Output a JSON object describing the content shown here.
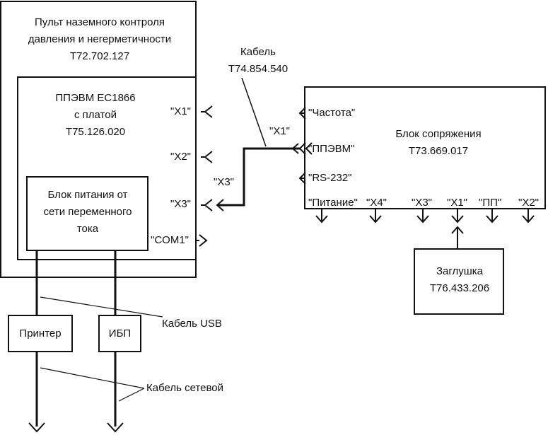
{
  "console": {
    "title": [
      "Пульт наземного контроля",
      "давления и негерметичности",
      "Т72.702.127"
    ]
  },
  "computer": {
    "title": [
      "ППЭВМ ЕС1866",
      "с платой",
      "Т75.126.020"
    ],
    "ports": [
      "\"X1\"",
      "\"X2\"",
      "\"X3\"",
      "\"COM1\""
    ]
  },
  "psu": {
    "title": [
      "Блок питания от",
      "сети переменного",
      "тока"
    ]
  },
  "cable_main": {
    "label": [
      "Кабель",
      "Т74.854.540"
    ],
    "end_x1": "\"X1\"",
    "end_x3": "\"X3\""
  },
  "interface_block": {
    "title": [
      "Блок сопряжения",
      "Т73.669.017"
    ],
    "left_ports": [
      "\"Частота\"",
      "\"ППЭВМ\"",
      "\"RS-232\""
    ],
    "bottom_ports": [
      "\"Питание\"",
      "\"X4\"",
      "\"X3\"",
      "\"X1\"",
      "\"ПП\"",
      "\"X2\""
    ]
  },
  "plug": {
    "title": [
      "Заглушка",
      "Т76.433.206"
    ]
  },
  "printer": {
    "label": "Принтер"
  },
  "ups": {
    "label": "ИБП"
  },
  "cable_usb": {
    "label": "Кабель USB"
  },
  "cable_power": {
    "label": "Кабель сетевой"
  }
}
